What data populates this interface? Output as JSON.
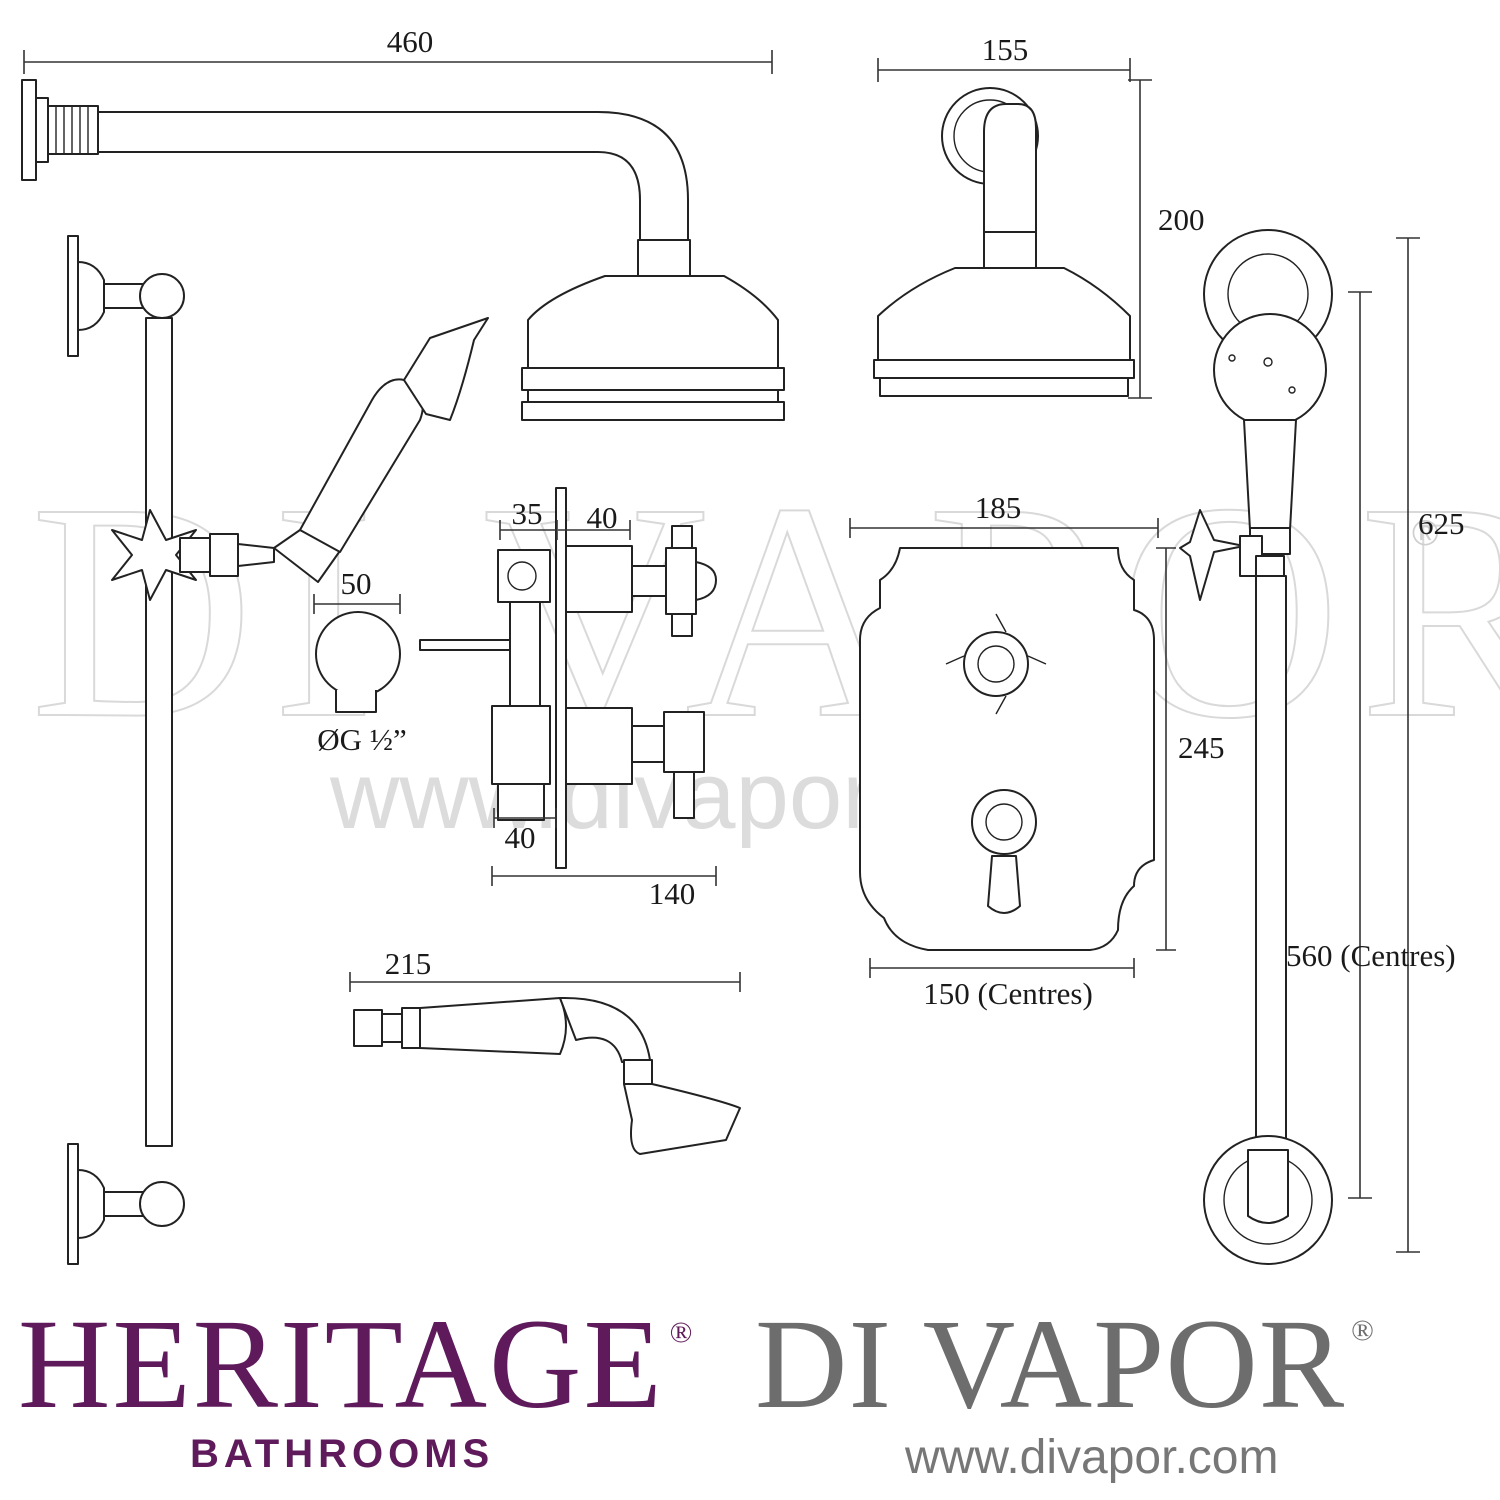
{
  "dimensions": {
    "arm_length": "460",
    "ceiling_arm_width": "155",
    "ceiling_arm_drop": "200",
    "outlet_diameter": "50",
    "outlet_thread": "ØG ½”",
    "valve_depth_a": "35",
    "valve_depth_b": "40",
    "valve_depth_c": "40",
    "valve_total_depth": "140",
    "handset_length": "215",
    "plate_width": "185",
    "plate_height": "245",
    "handle_centres": "150 (Centres)",
    "rail_height": "625",
    "rail_centres": "560 (Centres)"
  },
  "watermark": {
    "name": "DI VAPOR",
    "registered": "®",
    "url": "www.divapor.com"
  },
  "branding": {
    "heritage_name": "HERITAGE",
    "heritage_registered": "®",
    "heritage_sub": "BATHROOMS",
    "divapor_name": "DI VAPOR",
    "divapor_registered": "®",
    "divapor_url": "www.divapor.com"
  },
  "colors": {
    "heritage_purple": "#5e1a5b",
    "divapor_grey": "#6d6d6d"
  }
}
